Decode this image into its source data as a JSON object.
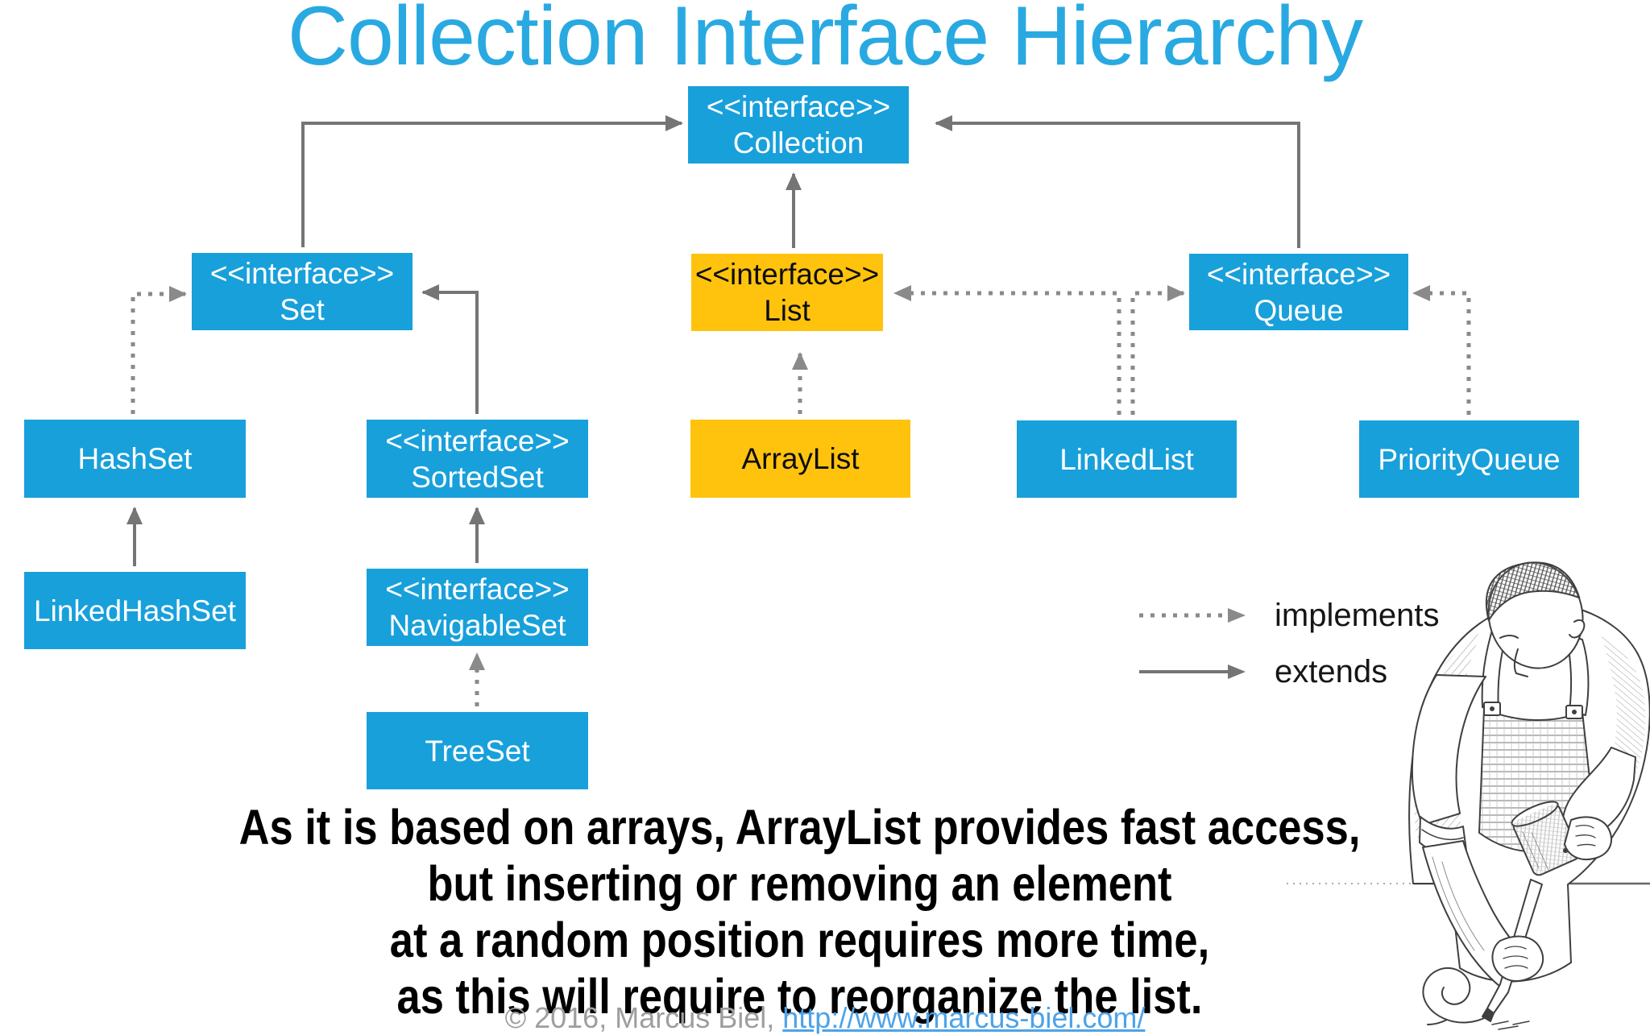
{
  "title": "Collection Interface Hierarchy",
  "diagram": {
    "nodes": {
      "collection": {
        "stereotype": "<<interface>>",
        "name": "Collection",
        "color": "#18A0DB"
      },
      "set": {
        "stereotype": "<<interface>>",
        "name": "Set",
        "color": "#18A0DB"
      },
      "list": {
        "stereotype": "<<interface>>",
        "name": "List",
        "color": "#FFC30E"
      },
      "queue": {
        "stereotype": "<<interface>>",
        "name": "Queue",
        "color": "#18A0DB"
      },
      "hashset": {
        "name": "HashSet",
        "color": "#18A0DB"
      },
      "sortedset": {
        "stereotype": "<<interface>>",
        "name": "SortedSet",
        "color": "#18A0DB"
      },
      "arraylist": {
        "name": "ArrayList",
        "color": "#FFC30E"
      },
      "linkedlist": {
        "name": "LinkedList",
        "color": "#18A0DB"
      },
      "priorityqueue": {
        "name": "PriorityQueue",
        "color": "#18A0DB"
      },
      "linkedhashset": {
        "name": "LinkedHashSet",
        "color": "#18A0DB"
      },
      "navigableset": {
        "stereotype": "<<interface>>",
        "name": "NavigableSet",
        "color": "#18A0DB"
      },
      "treeset": {
        "name": "TreeSet",
        "color": "#18A0DB"
      }
    },
    "edges": [
      {
        "from": "Set",
        "to": "Collection",
        "type": "extends"
      },
      {
        "from": "List",
        "to": "Collection",
        "type": "extends"
      },
      {
        "from": "Queue",
        "to": "Collection",
        "type": "extends"
      },
      {
        "from": "SortedSet",
        "to": "Set",
        "type": "extends"
      },
      {
        "from": "NavigableSet",
        "to": "SortedSet",
        "type": "extends"
      },
      {
        "from": "LinkedHashSet",
        "to": "HashSet",
        "type": "extends"
      },
      {
        "from": "HashSet",
        "to": "Set",
        "type": "implements"
      },
      {
        "from": "TreeSet",
        "to": "NavigableSet",
        "type": "implements"
      },
      {
        "from": "ArrayList",
        "to": "List",
        "type": "implements"
      },
      {
        "from": "LinkedList",
        "to": "List",
        "type": "implements"
      },
      {
        "from": "LinkedList",
        "to": "Queue",
        "type": "implements"
      },
      {
        "from": "PriorityQueue",
        "to": "Queue",
        "type": "implements"
      }
    ],
    "legend": {
      "implements": "implements",
      "extends": "extends"
    }
  },
  "caption": {
    "lines": [
      "As it is based on arrays, ArrayList provides fast access,",
      "but inserting or removing an element",
      "at a random position requires more time,",
      "as this will require to reorganize the list."
    ]
  },
  "footer": {
    "copyright": "© 2016, Marcus Biel,",
    "link_text": "http://www.marcus-biel.com/"
  },
  "colors": {
    "interface_blue": "#18A0DB",
    "highlight_yellow": "#FFC30E",
    "title_blue": "#29A9E1",
    "arrow_gray_solid": "#757575",
    "arrow_gray_dotted": "#8A8A8A"
  }
}
